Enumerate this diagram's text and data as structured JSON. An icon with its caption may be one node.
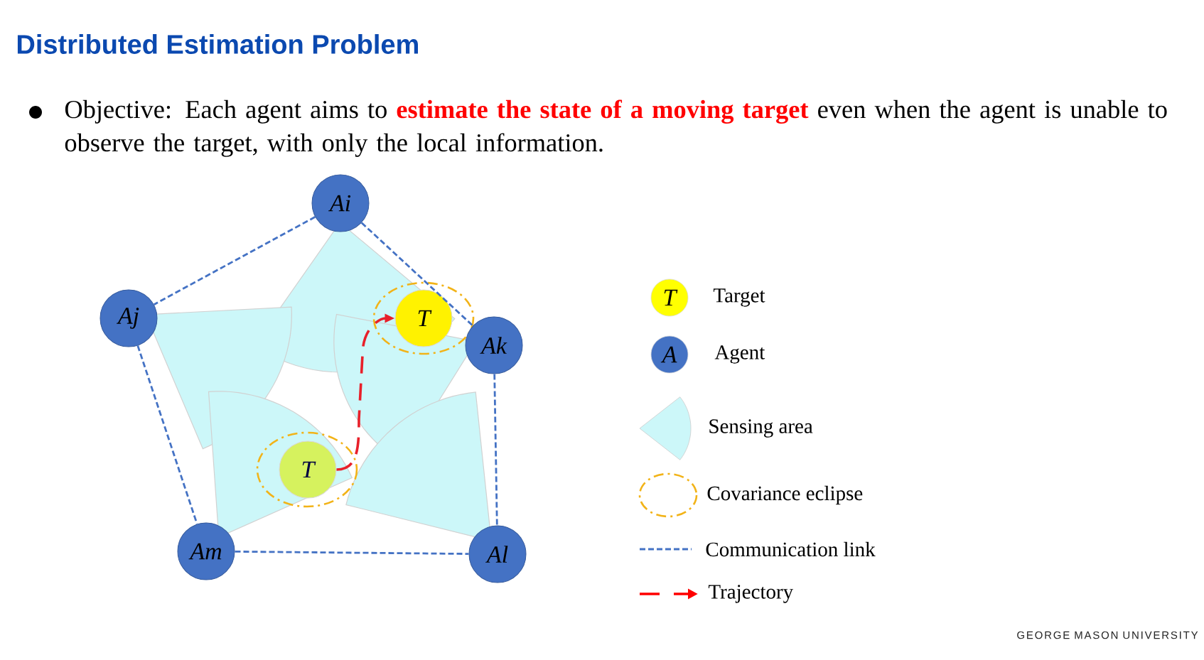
{
  "diagram": {
    "title": "Distributed Estimation Problem",
    "nodes": [
      {
        "text": [
          "Ai"
        ]
      },
      {
        "text": [
          "Aj"
        ]
      },
      {
        "text": [
          "Ak"
        ]
      },
      {
        "text": [
          "Al"
        ]
      },
      {
        "text": [
          "Am"
        ]
      },
      {
        "text": [
          "T"
        ]
      },
      {
        "text": [
          "T"
        ]
      }
    ],
    "edges": [
      {
        "from": 0,
        "to": 1,
        "arrow": "none",
        "style": "dashed"
      },
      {
        "from": 0,
        "to": 2,
        "arrow": "none",
        "style": "dashed"
      },
      {
        "from": 1,
        "to": 4,
        "arrow": "none",
        "style": "dashed"
      },
      {
        "from": 2,
        "to": 3,
        "arrow": "none",
        "style": "dashed"
      },
      {
        "from": 4,
        "to": 3,
        "arrow": "none",
        "style": "dashed"
      },
      {
        "from": 6,
        "to": 5,
        "arrow": "to",
        "style": "dashed",
        "color": "#e8202a"
      }
    ],
    "labels": [
      "Objective: Each agent aims to **estimate the state of a moving target** even when the agent is unable to observe the target, with only the local information.",
      "T",
      "A",
      "GEORGE MASON UNIVERSITY"
    ],
    "legend": [
      {
        "text": "Target",
        "color": "#ffff00"
      },
      {
        "text": "Agent",
        "color": "#4472c4"
      },
      {
        "text": "Sensing area",
        "color": "#ccf7f9"
      },
      {
        "text": "Covariance eclipse"
      },
      {
        "text": "Communication link"
      },
      {
        "text": "Trajectory"
      }
    ]
  }
}
